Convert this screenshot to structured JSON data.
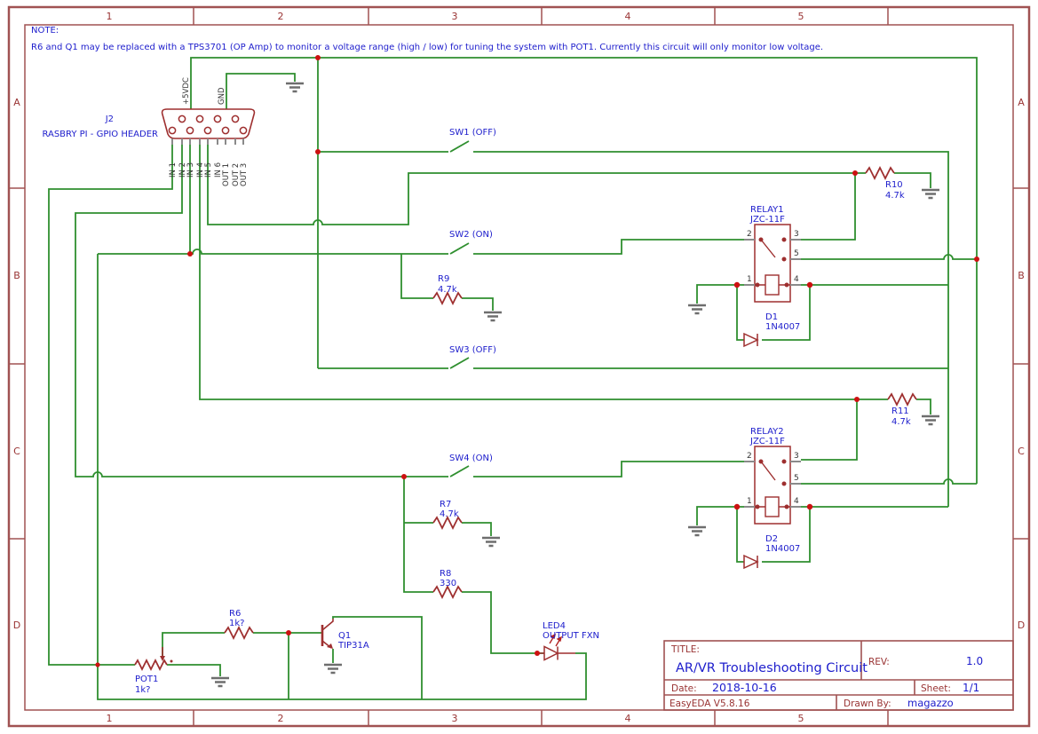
{
  "note": {
    "heading": "NOTE:",
    "body": "R6 and Q1 may be replaced with a TPS3701 (OP Amp) to monitor a voltage range (high / low) for tuning the system with POT1. Currently this circuit will only monitor low voltage."
  },
  "sheet": {
    "columns": [
      "1",
      "2",
      "3",
      "4",
      "5"
    ],
    "rows": [
      "A",
      "B",
      "C",
      "D"
    ]
  },
  "connector": {
    "ref": "J2",
    "desc": "RASBRY PI - GPIO HEADER",
    "power_labels": [
      "+5VDC",
      "GND"
    ],
    "pin_labels": [
      "IN 1",
      "IN 2",
      "IN 3",
      "IN 4",
      "IN 5",
      "IN 6",
      "OUT 1",
      "OUT 2",
      "OUT 3"
    ]
  },
  "switches": [
    {
      "label": "SW1 (OFF)"
    },
    {
      "label": "SW2 (ON)"
    },
    {
      "label": "SW3 (OFF)"
    },
    {
      "label": "SW4 (ON)"
    }
  ],
  "resistors": {
    "r10": {
      "ref": "R10",
      "value": "4.7k"
    },
    "r9": {
      "ref": "R9",
      "value": "4.7k"
    },
    "r11": {
      "ref": "R11",
      "value": "4.7k"
    },
    "r7": {
      "ref": "R7",
      "value": "4.7k"
    },
    "r8": {
      "ref": "R8",
      "value": "330"
    },
    "r6": {
      "ref": "R6",
      "value": "1k?"
    }
  },
  "relays": [
    {
      "ref": "RELAY1",
      "part": "JZC-11F",
      "pins": [
        "2",
        "3",
        "5",
        "1",
        "4"
      ]
    },
    {
      "ref": "RELAY2",
      "part": "JZC-11F",
      "pins": [
        "2",
        "3",
        "5",
        "1",
        "4"
      ]
    }
  ],
  "diodes": [
    {
      "ref": "D1",
      "part": "1N4007"
    },
    {
      "ref": "D2",
      "part": "1N4007"
    }
  ],
  "transistor": {
    "ref": "Q1",
    "part": "TIP31A"
  },
  "potentiometer": {
    "ref": "POT1",
    "value": "1k?"
  },
  "led": {
    "ref": "LED4",
    "function": "OUTPUT FXN"
  },
  "title_block": {
    "title_label": "TITLE:",
    "title": "AR/VR Troubleshooting Circuit",
    "rev_label": "REV:",
    "rev": "1.0",
    "date_label": "Date:",
    "date": "2018-10-16",
    "sheet_label": "Sheet:",
    "sheet": "1/1",
    "software": "EasyEDA V5.8.16",
    "drawn_by_label": "Drawn By:",
    "drawn_by": "magazzo"
  },
  "colors": {
    "wire": "#2f8f2f",
    "component": "#9e2f2f",
    "border": "#a05252",
    "label": "#1d1dcc",
    "junction": "#cc1111",
    "ground": "#6e6e6e",
    "pin": "#8a8a8a"
  }
}
